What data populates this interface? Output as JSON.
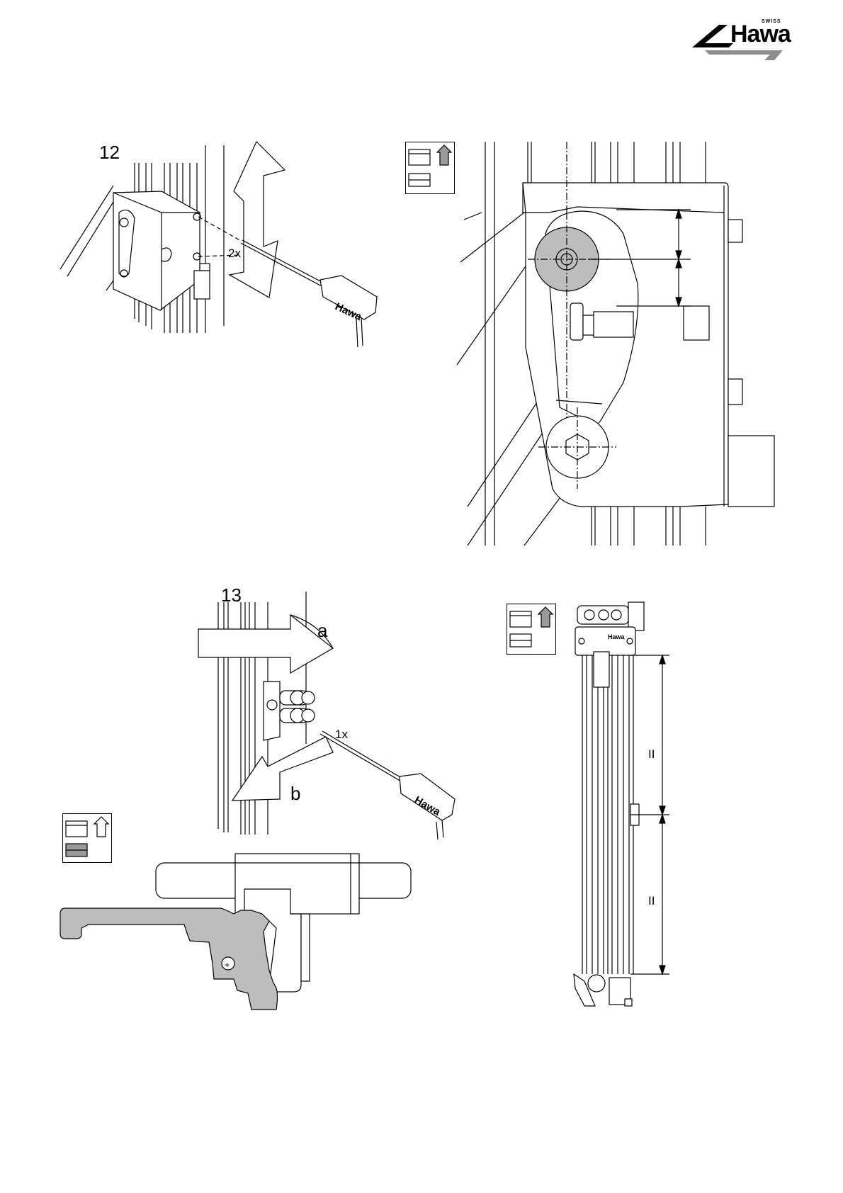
{
  "brand": {
    "name": "Hawa",
    "tagline": "SWISS"
  },
  "steps": [
    {
      "number": "12",
      "screw_count": "2x"
    },
    {
      "number": "13",
      "screw_count": "1x",
      "direction_a": "a",
      "direction_b": "b"
    }
  ],
  "dimension_marks": {
    "equal_sign": "II"
  },
  "colors": {
    "line": "#000000",
    "fill_light": "#d4d4d4",
    "fill_mid": "#bdbdbd",
    "fill_dark": "#9a9a9a",
    "paper": "#ffffff"
  }
}
